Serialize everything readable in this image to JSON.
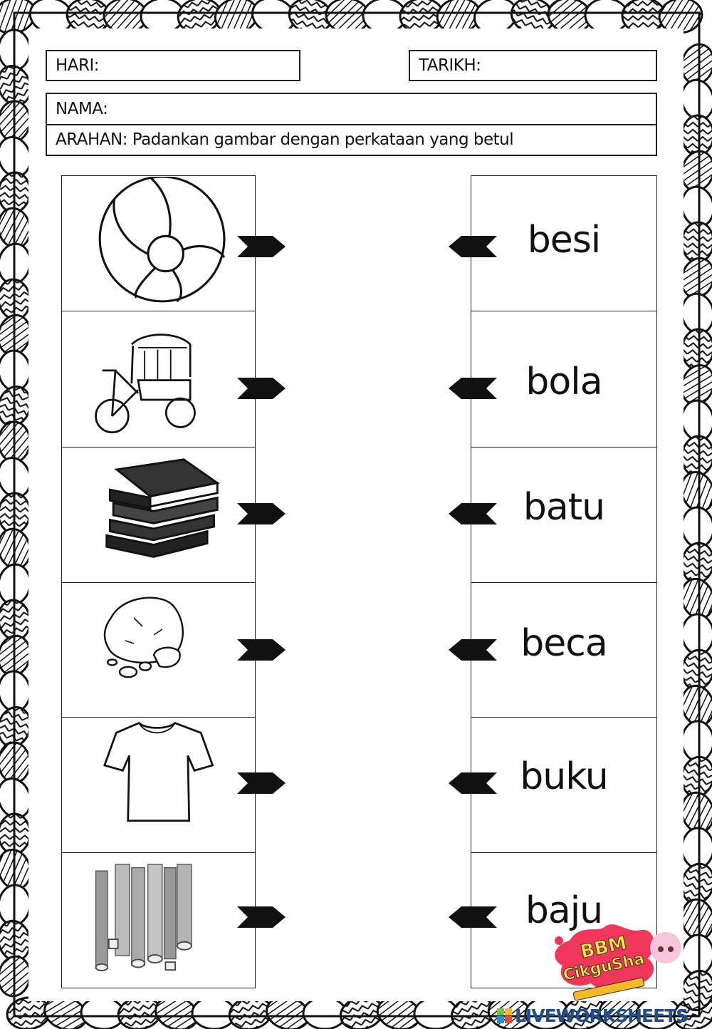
{
  "header": {
    "hari_label": "HARI:",
    "tarikh_label": "TARIKH:",
    "nama_label": "NAMA:",
    "arahan_label": "ARAHAN: Padankan gambar dengan perkataan yang betul"
  },
  "pictures": [
    {
      "icon": "ball-icon"
    },
    {
      "icon": "trishaw-icon"
    },
    {
      "icon": "books-icon"
    },
    {
      "icon": "rock-icon"
    },
    {
      "icon": "shirt-icon"
    },
    {
      "icon": "metal-pipes-icon"
    }
  ],
  "words": [
    "besi",
    "bola",
    "batu",
    "beca",
    "buku",
    "baju"
  ],
  "branding": {
    "bbm_text": "BBM",
    "cikgusha_text": "CikguSha",
    "liveworksheets_text": "LIVEWORKSHEETS",
    "splash_color": "#f0365a",
    "brand_text_color": "#f4ea3a",
    "liveworksheets_color": "#1f4e8c"
  }
}
